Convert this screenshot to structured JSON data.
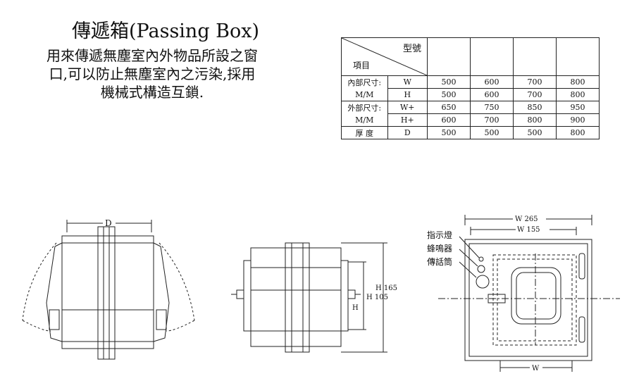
{
  "title": "傳遞箱(Passing  Box)",
  "description": [
    "用來傳遞無塵室內外物品所設之窗",
    "口,可以防止無塵室內之污染,採用",
    "機械式構造互鎖."
  ],
  "table": {
    "header_model": "型號",
    "header_item": "項目",
    "rows": [
      {
        "group": "內部尺寸:",
        "dim": "W",
        "values": [
          "500",
          "600",
          "700",
          "800"
        ]
      },
      {
        "group": "M/M",
        "dim": "H",
        "values": [
          "500",
          "600",
          "700",
          "800"
        ]
      },
      {
        "group": "外部尺寸:",
        "dim": "W+",
        "values": [
          "650",
          "750",
          "850",
          "950"
        ]
      },
      {
        "group": "M/M",
        "dim": "H+",
        "values": [
          "600",
          "700",
          "800",
          "900"
        ]
      },
      {
        "group": "厚  度",
        "dim": "D",
        "values": [
          "500",
          "500",
          "500",
          "800"
        ]
      }
    ]
  },
  "drawing_labels": {
    "left_dim": "D",
    "mid_h": "H",
    "mid_h105": "H 105",
    "mid_h165": "H 165",
    "right_w265": "W 265",
    "right_w155": "W 155",
    "right_w": "W",
    "indicator": "指示燈",
    "buzzer": "蜂鳴器",
    "transmitter": "傳話筒"
  }
}
